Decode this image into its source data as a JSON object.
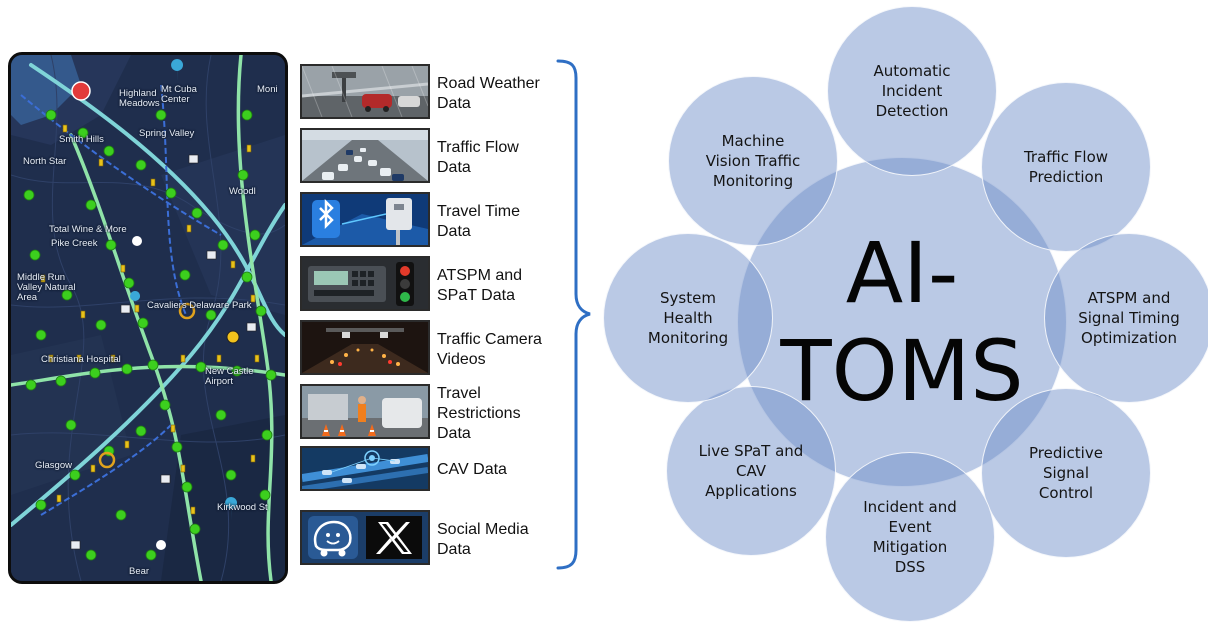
{
  "map": {
    "labels": [
      "Highland\nMeadows",
      "Mt Cuba\nCenter",
      "Moni",
      "Smith Hills",
      "Spring Valley",
      "North Star",
      "Woodl",
      "Total Wine & More",
      "Pike Creek",
      "Middle\nRun Valley\nNatural Area",
      "Cavaliers Delaware Park",
      "New Castle\nAirport",
      "Christiana Hospital",
      "Kirkwood St",
      "Glasgow",
      "Bear"
    ]
  },
  "sources": [
    {
      "label": "Road Weather\nData",
      "icon": "road-weather-photo"
    },
    {
      "label": "Traffic Flow\nData",
      "icon": "traffic-flow-photo"
    },
    {
      "label": "Travel Time\nData",
      "icon": "bluetooth-sensor-photo"
    },
    {
      "label": "ATSPM and\nSPaT Data",
      "icon": "signal-controller-photo"
    },
    {
      "label": "Traffic Camera\nVideos",
      "icon": "traffic-camera-photo"
    },
    {
      "label": "Travel\nRestrictions\nData",
      "icon": "work-zone-photo"
    },
    {
      "label": "CAV Data",
      "icon": "connected-vehicle-photo"
    },
    {
      "label": "Social Media\nData",
      "icon": "waze-x-logos"
    }
  ],
  "hub": {
    "title": "AI-\nTOMS"
  },
  "applications": [
    "Automatic\nIncident\nDetection",
    "Traffic Flow\nPrediction",
    "ATSPM and\nSignal Timing\nOptimization",
    "Predictive\nSignal\nControl",
    "Incident and\nEvent\nMitigation\nDSS",
    "Live SPaT and\nCAV\nApplications",
    "System\nHealth\nMonitoring",
    "Machine\nVision Traffic\nMonitoring"
  ],
  "colors": {
    "circle_fill": "#6e8ec9",
    "brace": "#2f6fc4",
    "map_background": "#1d2c4a",
    "map_road": "#7fd4d8",
    "marker_green": "#3ccf1e",
    "marker_yellow": "#e8c21a"
  }
}
